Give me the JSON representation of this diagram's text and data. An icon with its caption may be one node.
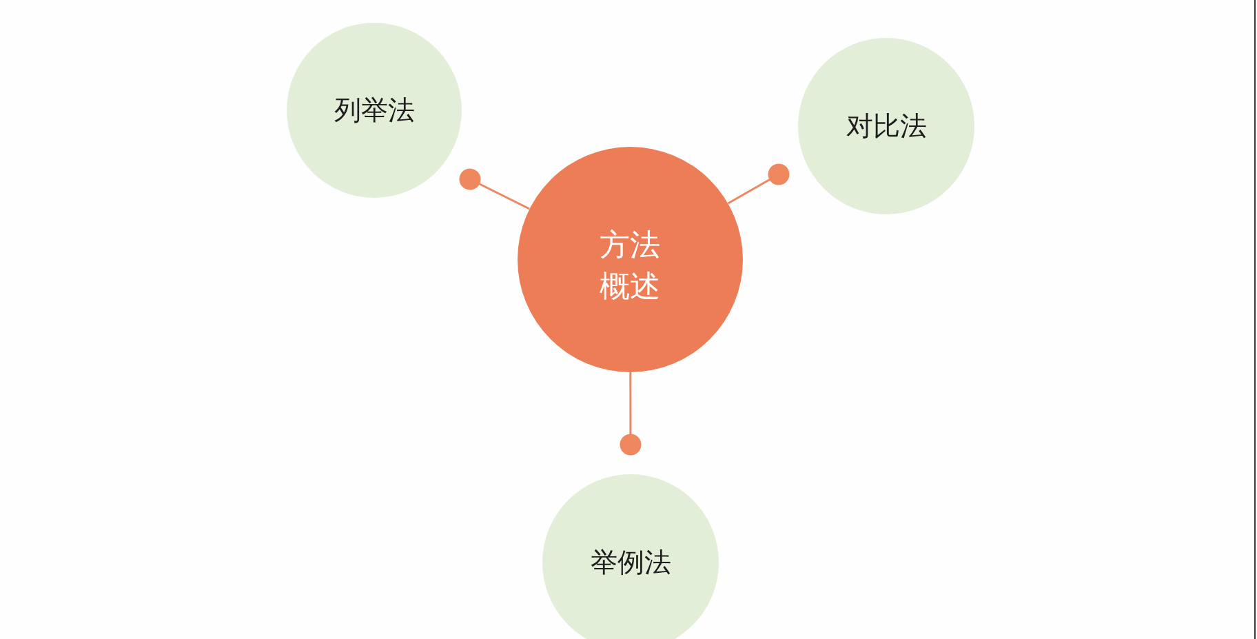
{
  "diagram": {
    "nodes": [
      {
        "text": [
          "列举法"
        ]
      },
      {
        "text": [
          "对比法"
        ]
      },
      {
        "text": [
          "方法概述"
        ]
      },
      {
        "text": [
          "举例法"
        ]
      }
    ],
    "edges": [
      {
        "from": 2,
        "to": 0,
        "arrow": "other"
      },
      {
        "from": 2,
        "to": 1,
        "arrow": "other"
      },
      {
        "from": 2,
        "to": 3,
        "arrow": "other"
      }
    ]
  }
}
